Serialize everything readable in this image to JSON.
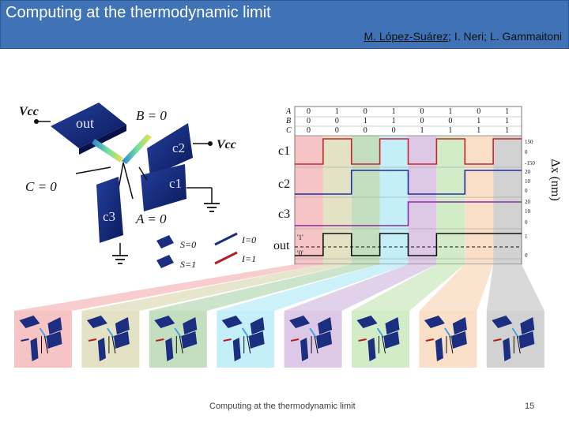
{
  "header": {
    "title": "Computing at the thermodynamic limit",
    "authors_first": "M. López-Suárez",
    "authors_sep1": "; ",
    "authors_second": "I. Neri",
    "authors_sep2": "; ",
    "authors_third": "L. Gammaitoni"
  },
  "figure": {
    "circuit": {
      "vcc_left": "Vcc",
      "vcc_right": "Vcc",
      "out": "out",
      "b_label": "B = 0",
      "c_label": "C = 0",
      "a_label": "A = 0",
      "c1": "c1",
      "c2": "c2",
      "c3": "c3",
      "legend_s0": "S=0",
      "legend_s1": "S=1",
      "legend_i0": "I=0",
      "legend_i1": "I=1",
      "legend_out": "out"
    },
    "truth_table": {
      "rows": [
        "A",
        "B",
        "C"
      ],
      "A": [
        "0",
        "1",
        "0",
        "1",
        "0",
        "1",
        "0",
        "1"
      ],
      "B": [
        "0",
        "0",
        "1",
        "1",
        "0",
        "0",
        "1",
        "1"
      ],
      "C": [
        "0",
        "0",
        "0",
        "0",
        "1",
        "1",
        "1",
        "1"
      ]
    },
    "traces": {
      "labels": [
        "c1",
        "c2",
        "c3",
        "out"
      ],
      "c1_ticks": [
        "150",
        "0",
        "-150"
      ],
      "c2_ticks": [
        "20",
        "10",
        "0"
      ],
      "c3_ticks": [
        "20",
        "10",
        "0"
      ],
      "out_ticks": [
        "1",
        "0"
      ],
      "out_levels": [
        "'1'",
        "'0'"
      ],
      "y_axis_label": "Δx (nm)",
      "band_colors": [
        "#f6c4c4",
        "#e3e2c4",
        "#c3dfc0",
        "#c4eef8",
        "#ddc9e6",
        "#d3ecc8",
        "#f9dfc8",
        "#d2d2d2"
      ],
      "out_pattern": [
        0,
        1,
        0,
        1,
        0,
        1,
        1,
        1
      ]
    }
  },
  "footer": {
    "center": "Computing at the thermodynamic limit",
    "page": "15"
  }
}
